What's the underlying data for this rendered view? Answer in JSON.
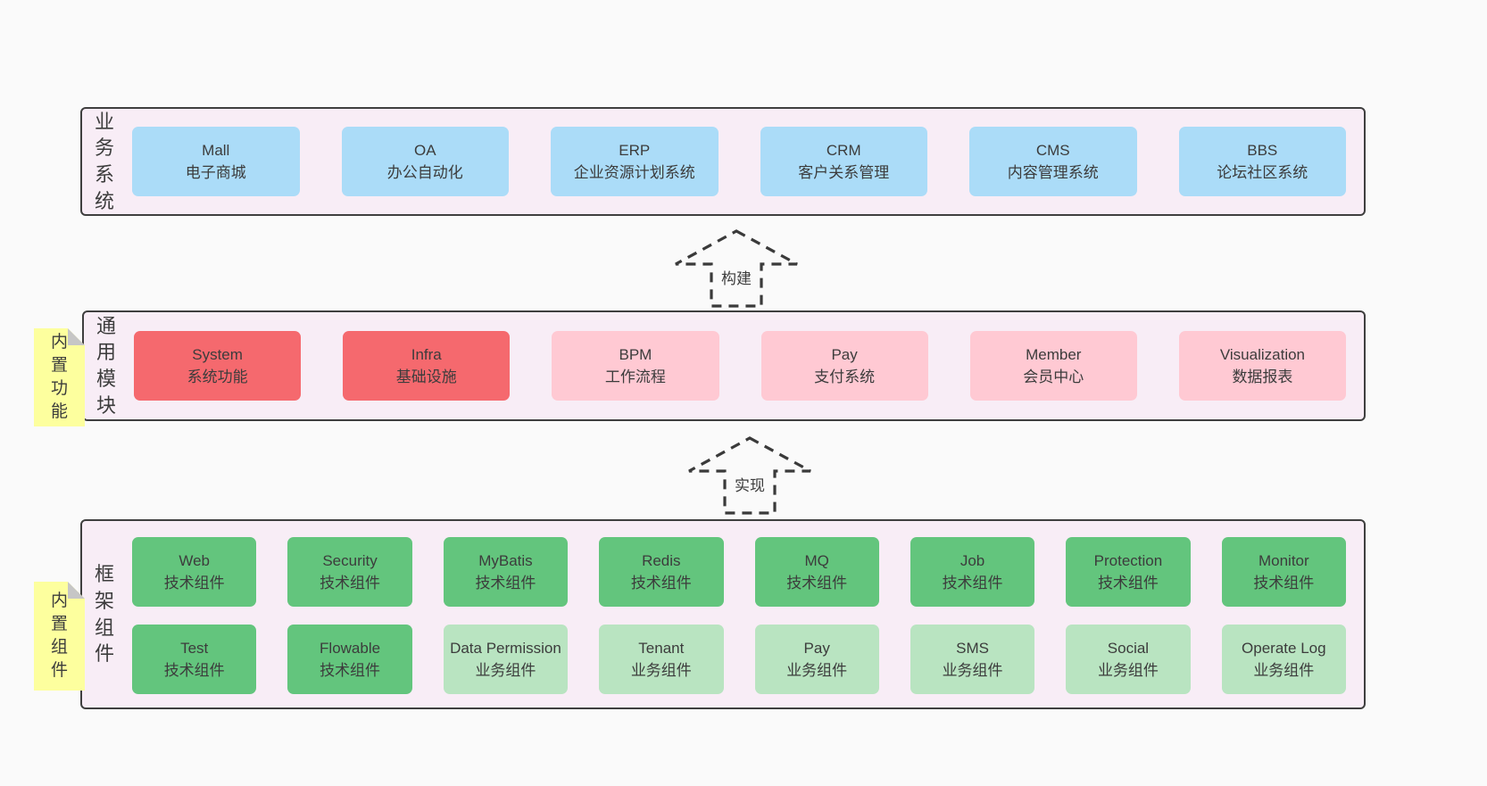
{
  "colors": {
    "page_bg": "#fafafa",
    "container_bg": "#f8edf6",
    "container_border": "#3f3f3f",
    "blue": "#abdcf8",
    "red": "#f5696e",
    "pink": "#ffc9d3",
    "green": "#63c57d",
    "green_light": "#b9e4c1",
    "sticky_yellow": "#fdff9e",
    "text": "#3c3c3c"
  },
  "arrows": {
    "build": "构建",
    "implement": "实现"
  },
  "layers": {
    "business": {
      "label": "业务系统",
      "boxes": [
        {
          "name": "Mall",
          "desc": "电子商城"
        },
        {
          "name": "OA",
          "desc": "办公自动化"
        },
        {
          "name": "ERP",
          "desc": "企业资源计划系统"
        },
        {
          "name": "CRM",
          "desc": "客户关系管理"
        },
        {
          "name": "CMS",
          "desc": "内容管理系统"
        },
        {
          "name": "BBS",
          "desc": "论坛社区系统"
        }
      ]
    },
    "modules": {
      "label": "通用模块",
      "sticky": "内置功能",
      "boxes": [
        {
          "name": "System",
          "desc": "系统功能"
        },
        {
          "name": "Infra",
          "desc": "基础设施"
        },
        {
          "name": "BPM",
          "desc": "工作流程"
        },
        {
          "name": "Pay",
          "desc": "支付系统"
        },
        {
          "name": "Member",
          "desc": "会员中心"
        },
        {
          "name": "Visualization",
          "desc": "数据报表"
        }
      ]
    },
    "framework": {
      "label": "框架组件",
      "sticky": "内置组件",
      "rows": [
        [
          {
            "name": "Web",
            "desc": "技术组件"
          },
          {
            "name": "Security",
            "desc": "技术组件"
          },
          {
            "name": "MyBatis",
            "desc": "技术组件"
          },
          {
            "name": "Redis",
            "desc": "技术组件"
          },
          {
            "name": "MQ",
            "desc": "技术组件"
          },
          {
            "name": "Job",
            "desc": "技术组件"
          },
          {
            "name": "Protection",
            "desc": "技术组件"
          },
          {
            "name": "Monitor",
            "desc": "技术组件"
          }
        ],
        [
          {
            "name": "Test",
            "desc": "技术组件"
          },
          {
            "name": "Flowable",
            "desc": "技术组件"
          },
          {
            "name": "Data Permission",
            "desc": "业务组件"
          },
          {
            "name": "Tenant",
            "desc": "业务组件"
          },
          {
            "name": "Pay",
            "desc": "业务组件"
          },
          {
            "name": "SMS",
            "desc": "业务组件"
          },
          {
            "name": "Social",
            "desc": "业务组件"
          },
          {
            "name": "Operate Log",
            "desc": "业务组件"
          }
        ]
      ]
    }
  }
}
